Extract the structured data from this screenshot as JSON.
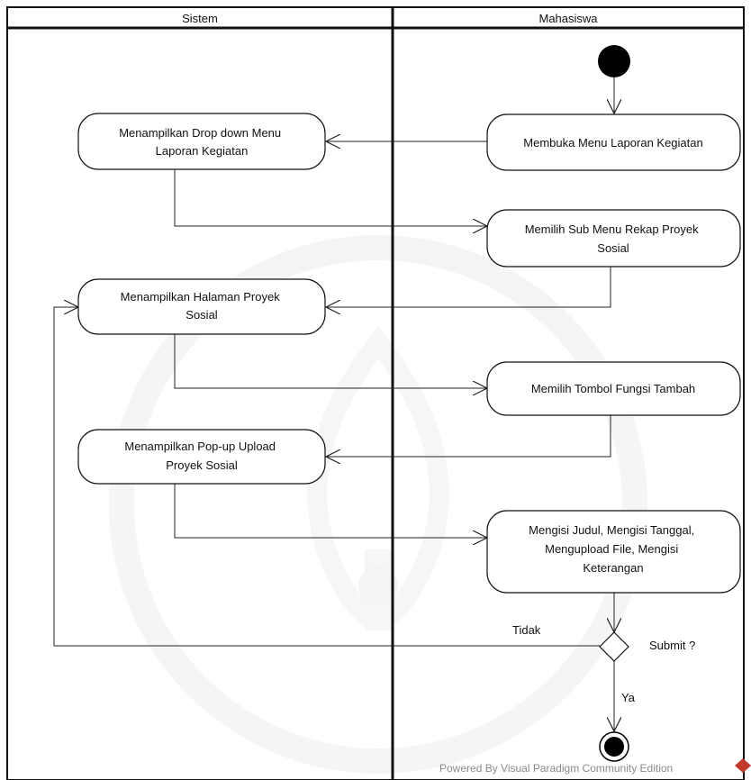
{
  "lanes": {
    "left_title": "Sistem",
    "right_title": "Mahasiswa"
  },
  "activities": {
    "a1": [
      "Menampilkan Drop down Menu",
      "Laporan Kegiatan"
    ],
    "a2": [
      "Membuka Menu Laporan Kegiatan"
    ],
    "a3": [
      "Memilih Sub Menu Rekap Proyek",
      "Sosial"
    ],
    "a4": [
      "Menampilkan Halaman Proyek",
      "Sosial"
    ],
    "a5": [
      "Memilih Tombol Fungsi Tambah"
    ],
    "a6": [
      "Menampilkan Pop-up Upload",
      "Proyek Sosial"
    ],
    "a7": [
      "Mengisi Judul, Mengisi Tanggal,",
      "Mengupload File, Mengisi",
      "Keterangan"
    ]
  },
  "decision": {
    "question": "Submit ?",
    "no_label": "Tidak",
    "yes_label": "Ya"
  },
  "footer": {
    "text": "Powered By  Visual Paradigm Community Edition"
  },
  "colors": {
    "line": "#111111",
    "watermark": "#e9e9e9",
    "logo_red": "#c0392b"
  }
}
